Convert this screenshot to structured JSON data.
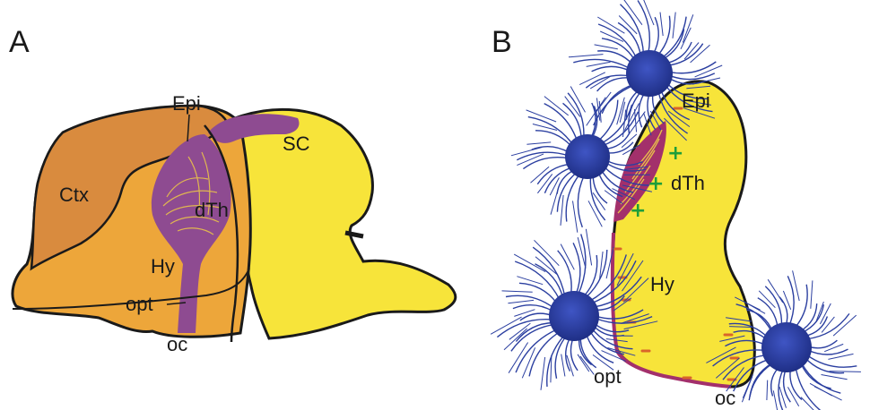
{
  "panel_a": {
    "letter": "A",
    "labels": {
      "epi": "Epi",
      "sc": "SC",
      "ctx": "Ctx",
      "dth": "dTh",
      "hy": "Hy",
      "opt": "opt",
      "oc": "oc"
    }
  },
  "panel_b": {
    "letter": "B",
    "labels": {
      "epi": "Epi",
      "dth": "dTh",
      "hy": "Hy",
      "opt": "opt",
      "oc": "oc"
    },
    "plus_sign": "+",
    "minus_sign": "−"
  },
  "colors": {
    "forebrain_orange": "#EDA63A",
    "cortex_orange": "#D98B3E",
    "midbrain_yellow": "#F7E43A",
    "optic_tract_purple": "#8E4B91",
    "thalamic_magenta": "#A3306B",
    "cell_blue": "#2B3FA0",
    "plus_green": "#1E9E3A",
    "minus_orange": "#D9652A"
  }
}
